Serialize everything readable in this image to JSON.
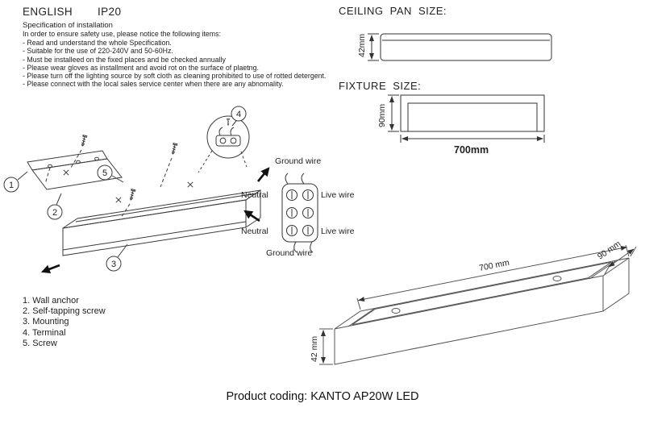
{
  "header": {
    "language": "ENGLISH",
    "ip_rating": "IP20"
  },
  "spec": {
    "title": "Specification of installation",
    "intro": "In order to ensure safety use, please notice the following items:",
    "items": [
      "- Read and understand the whole Specification.",
      "- Suitable for the use of 220-240V and 50-60Hz.",
      "- Must be installeed on the fixed places and be checked annually",
      "- Please wear gloves as installment and avoid rot on the surface of plaetng.",
      "- Please turn off the lighting source by soft cloth as cleaning prohibited to use of rotted detergent.",
      "- Please connect with the local sales service center when there are any abnomality."
    ]
  },
  "ceiling_pan": {
    "title": "CEILING PAN SIZE:",
    "height": "42mm"
  },
  "fixture": {
    "title": "FIXTURE SIZE:",
    "height": "90mm",
    "width": "700mm"
  },
  "wiring": {
    "ground_top": "Ground wire",
    "neutral_top": "Neutral",
    "live_top": "Live wire",
    "neutral_bottom": "Neutral",
    "live_bottom": "Live wire",
    "ground_bottom": "Ground wire"
  },
  "callouts": [
    "1",
    "2",
    "3",
    "4",
    "5"
  ],
  "legend": {
    "items": [
      "1. Wall anchor",
      "2. Self-tapping screw",
      "3. Mounting",
      "4. Terminal",
      "5. Screw"
    ]
  },
  "perspective": {
    "length": "700 mm",
    "depth": "90 mm",
    "height": "42 mm"
  },
  "footer": {
    "product_coding": "Product coding: KANTO AP20W LED"
  }
}
